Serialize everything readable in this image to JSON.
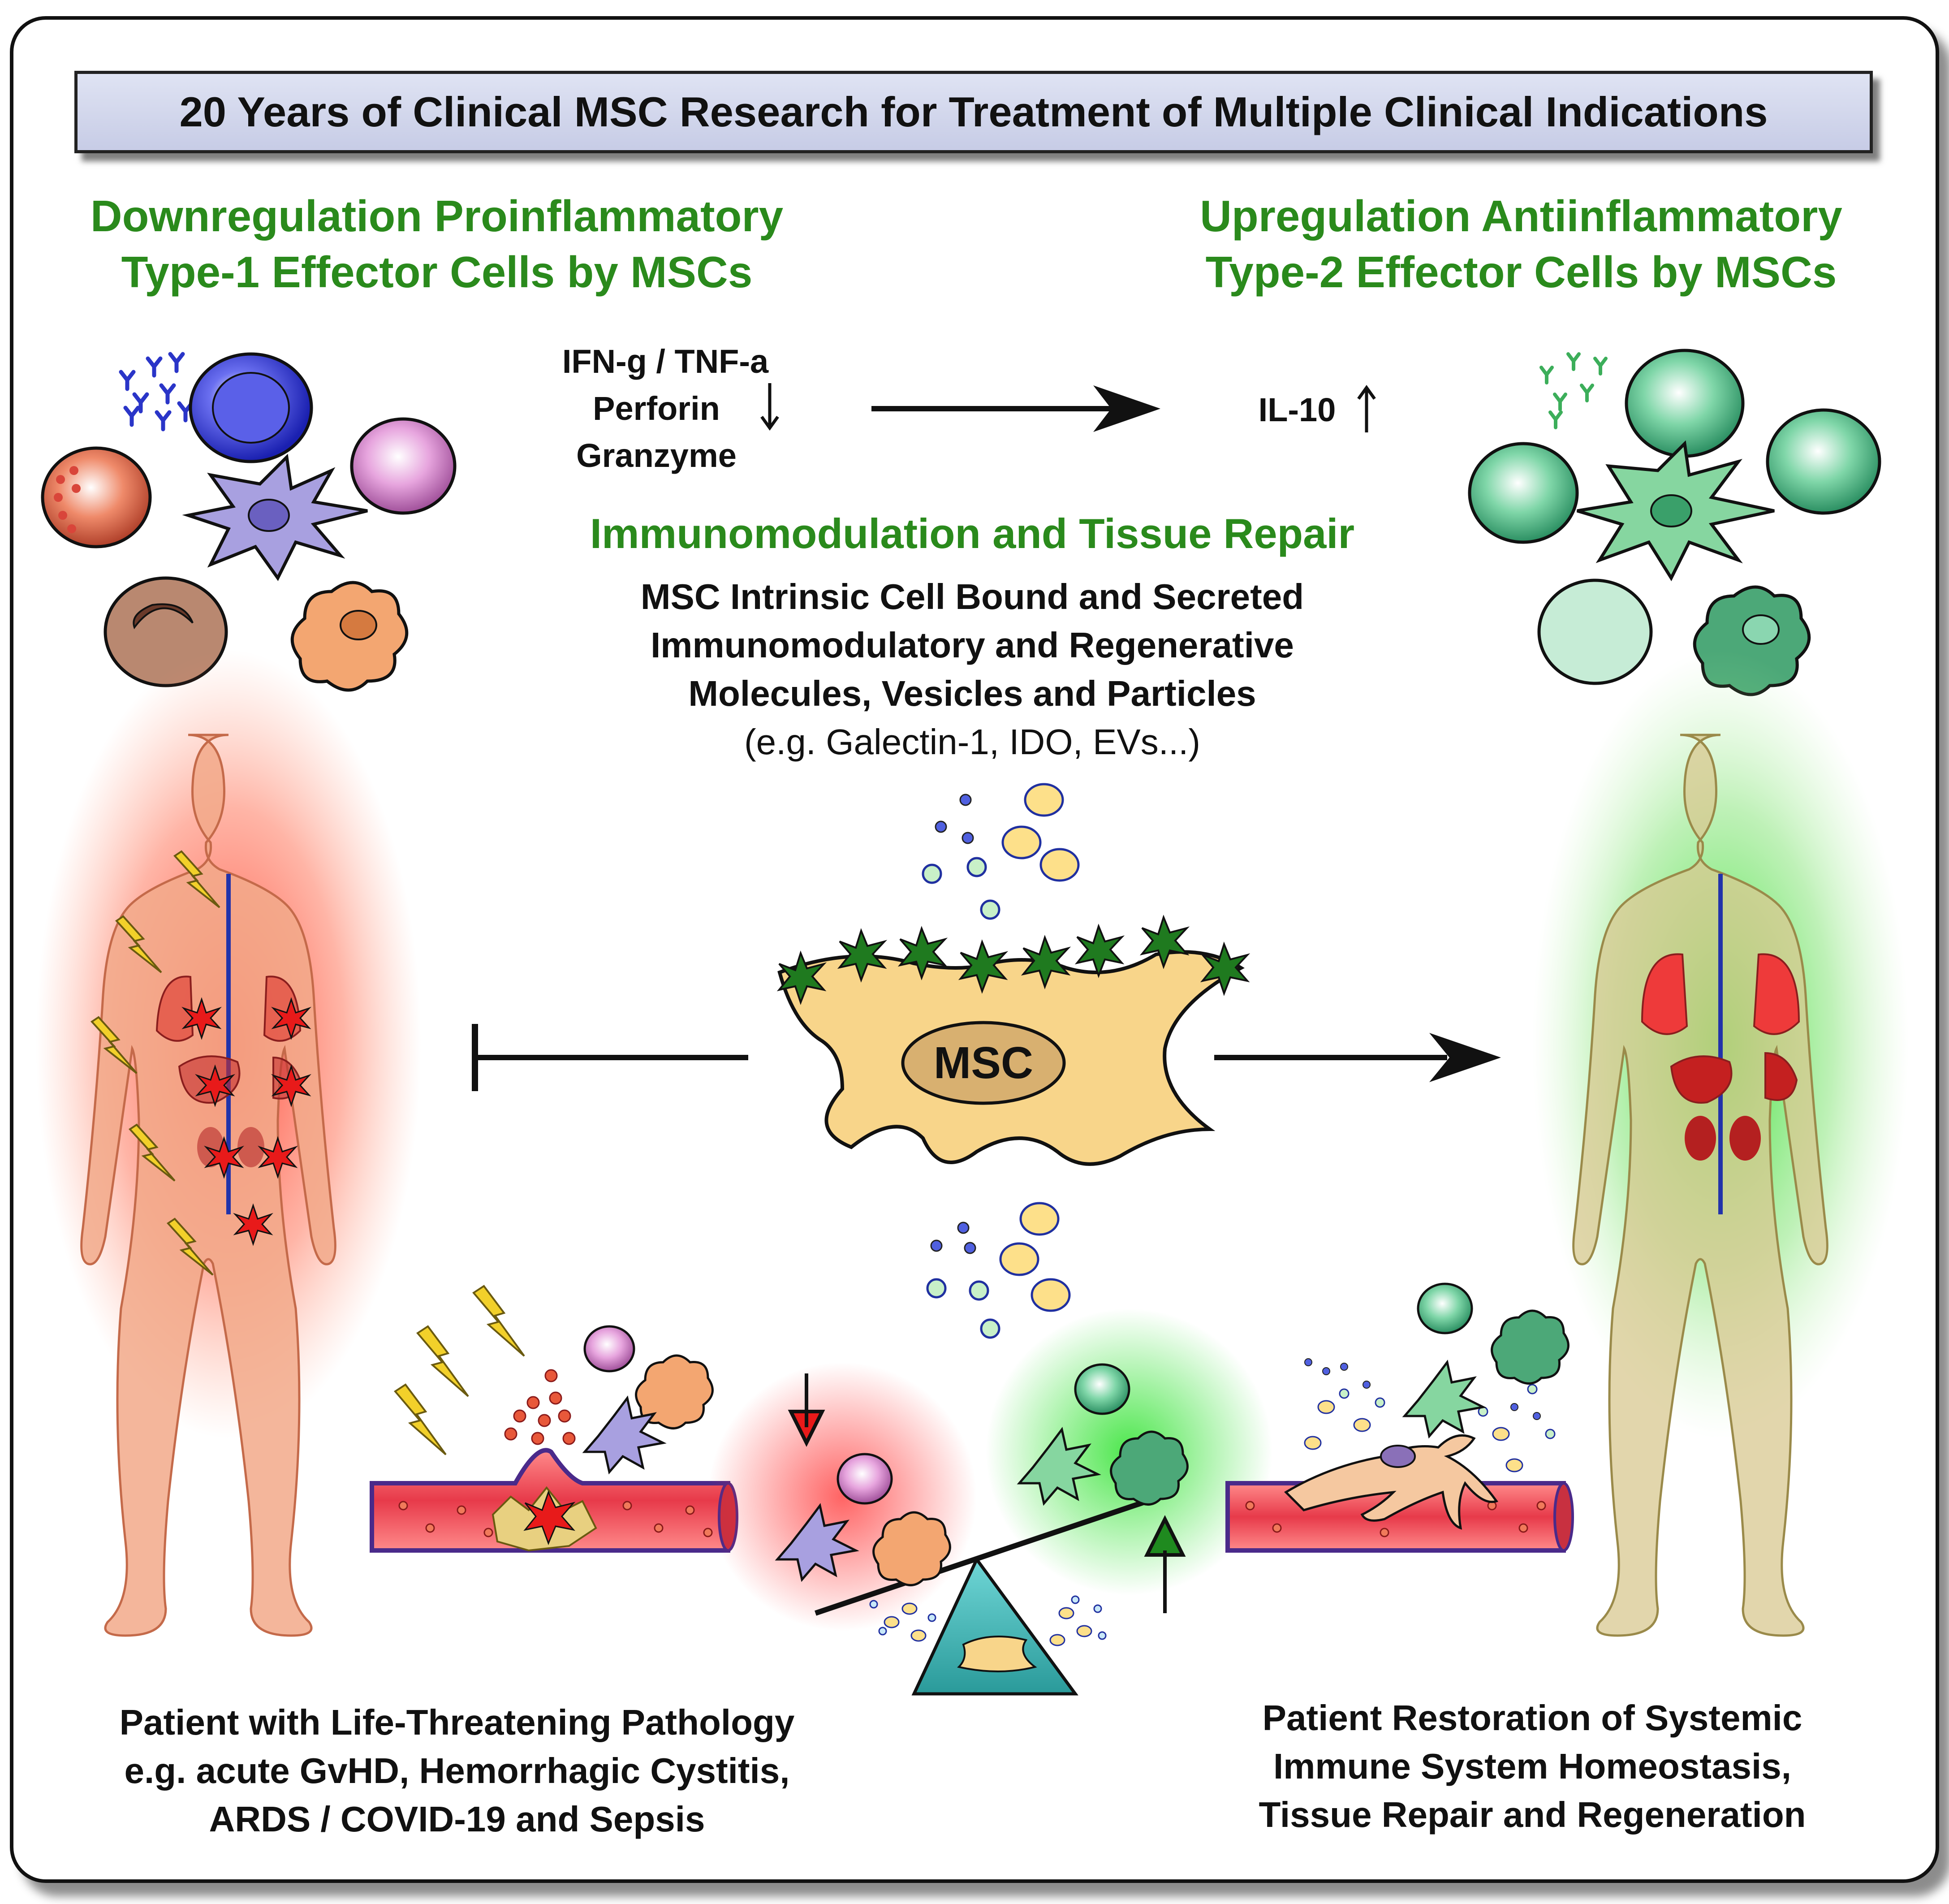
{
  "title": "20 Years of Clinical MSC Research for Treatment of Multiple Clinical Indications",
  "left_heading": [
    "Downregulation Proinflammatory",
    "Type-1 Effector Cells by MSCs"
  ],
  "right_heading": [
    "Upregulation Antiinflammatory",
    "Type-2 Effector Cells by MSCs"
  ],
  "cytokines_down": [
    "IFN-g / TNF-a",
    "Perforin",
    "Granzyme"
  ],
  "cytokine_up": "IL-10",
  "center_heading": "Immunomodulation and Tissue Repair",
  "center_text": [
    "MSC Intrinsic Cell Bound and Secreted",
    "Immunomodulatory and Regenerative",
    "Molecules, Vesicles and Particles"
  ],
  "center_example": "(e.g. Galectin-1, IDO, EVs...)",
  "msc_label": "MSC",
  "left_caption": [
    "Patient with Life-Threatening Pathology",
    "e.g. acute GvHD, Hemorrhagic Cystitis,",
    "ARDS / COVID-19 and Sepsis"
  ],
  "right_caption": [
    "Patient Restoration of Systemic",
    "Immune System Homeostasis,",
    "Tissue Repair and Regeneration"
  ],
  "colors": {
    "heading_green": "#2a8a1c",
    "inflamed_red": "#e8321e",
    "healthy_green": "#3fcf3a",
    "msc_fill": "#f8d58a",
    "title_bg": "#d3d7ec"
  }
}
